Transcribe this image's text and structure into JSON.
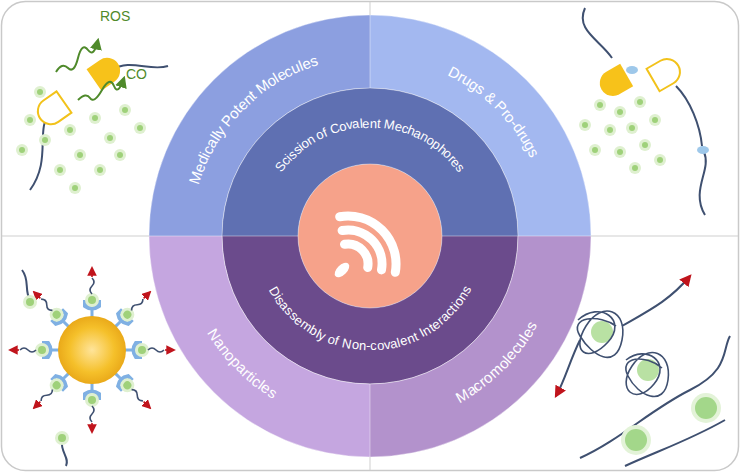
{
  "diagram": {
    "nodes": [
      {
        "text": [
          "Medically Potent Molecules"
        ]
      },
      {
        "text": [
          "Drugs & Pro-drugs"
        ]
      },
      {
        "text": [
          "Scission of Covalent Mechanophores"
        ]
      },
      {
        "text": [
          "Disassembly of Non-covalent Interactions"
        ]
      },
      {
        "text": [
          "Nanoparticles"
        ]
      },
      {
        "text": [
          "Macromolecules"
        ]
      }
    ],
    "labels": [
      "ROS",
      "CO"
    ]
  }
}
